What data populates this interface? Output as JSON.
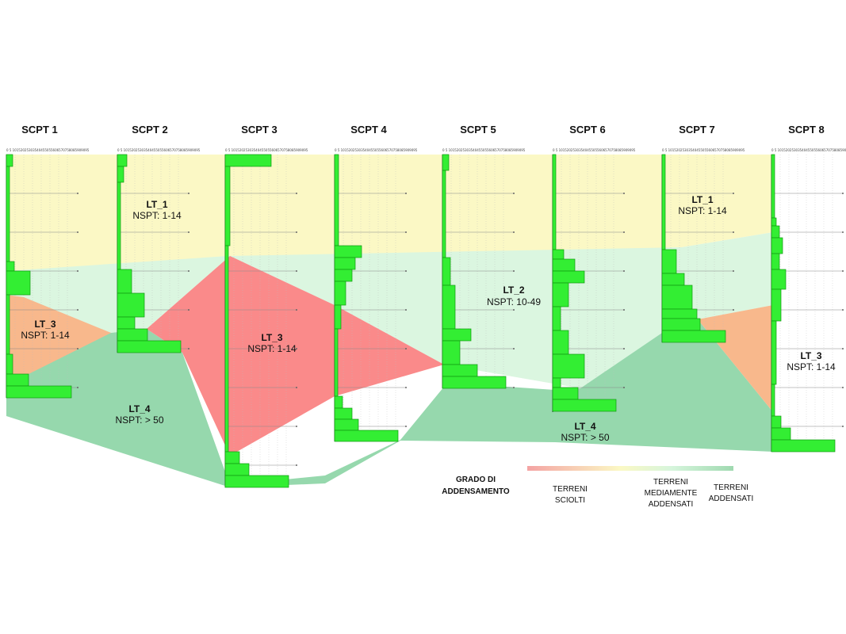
{
  "columns": [
    {
      "name": "SCPT 1"
    },
    {
      "name": "SCPT 2"
    },
    {
      "name": "SCPT 3"
    },
    {
      "name": "SCPT 4"
    },
    {
      "name": "SCPT 5"
    },
    {
      "name": "SCPT 6"
    },
    {
      "name": "SCPT 7"
    },
    {
      "name": "SCPT 8"
    }
  ],
  "scale_labels": "0 5 10152025303540455055606570758085909095",
  "zones": [
    {
      "id": "lt1_left",
      "name": "LT_1",
      "nspt": "NSPT: 1-14"
    },
    {
      "id": "lt1_right",
      "name": "LT_1",
      "nspt": "NSPT: 1-14"
    },
    {
      "id": "lt2",
      "name": "LT_2",
      "nspt": "NSPT: 10-49"
    },
    {
      "id": "lt3_left",
      "name": "LT_3",
      "nspt": "NSPT: 1-14"
    },
    {
      "id": "lt3_center",
      "name": "LT_3",
      "nspt": "NSPT: 1-14"
    },
    {
      "id": "lt3_right",
      "name": "LT_3",
      "nspt": "NSPT: 1-14"
    },
    {
      "id": "lt4_left",
      "name": "LT_4",
      "nspt": "NSPT: > 50"
    },
    {
      "id": "lt4_right",
      "name": "LT_4",
      "nspt": "NSPT: > 50"
    }
  ],
  "legend": {
    "title_line1": "GRADO DI",
    "title_line2": "ADDENSAMENTO",
    "labels": [
      {
        "l1": "TERRENI",
        "l2": "SCIOLTI",
        "l3": ""
      },
      {
        "l1": "TERRENI",
        "l2": "MEDIAMENTE",
        "l3": "ADDENSATI"
      },
      {
        "l1": "TERRENI",
        "l2": "ADDENSATI",
        "l3": ""
      }
    ],
    "colors": [
      "#f4a3a3",
      "#fbf8c4",
      "#d6f5dc",
      "#9fd9b0"
    ]
  },
  "colors": {
    "sciolti": "#fa8a8a",
    "sciolti_orange": "#f8b88c",
    "lt1": "#fbf8c5",
    "lt2": "#dbf6e0",
    "lt4": "#96d8ad",
    "bar": "#33ee33",
    "bar_edge": "#119911"
  }
}
